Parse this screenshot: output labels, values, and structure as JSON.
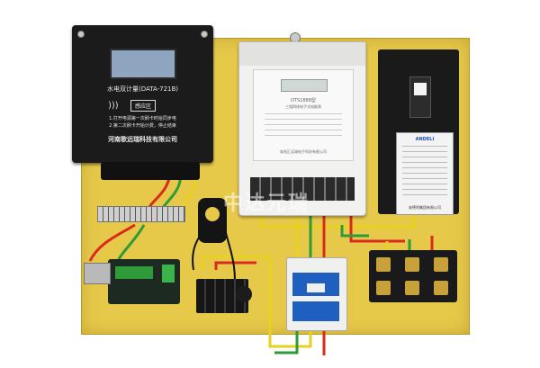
{
  "card_meter": {
    "title": "水电双计量(DATA-721B)",
    "badge": "感应区",
    "instruction_1": "1.打开电源第一次刷卡时给同步电",
    "instruction_2": "2.第二次刷卡开始计费，停止结束",
    "company": "河南歌远瑞科技有限公司"
  },
  "energy_meter": {
    "model": "DTS1888型",
    "type": "三相四线电子式电能表",
    "manufacturer": "安阳汇远瑞电子科技有限公司"
  },
  "breaker": {
    "brand": "ANDELI",
    "company": "安德利集团有限公司"
  },
  "watermark": "中达元瑞",
  "colors": {
    "board": "#e7c94a",
    "wire_red": "#d92a1e",
    "wire_green": "#2f9a3a",
    "wire_yellow": "#e8d21f",
    "contactor_blue": "#1f5fbf"
  }
}
